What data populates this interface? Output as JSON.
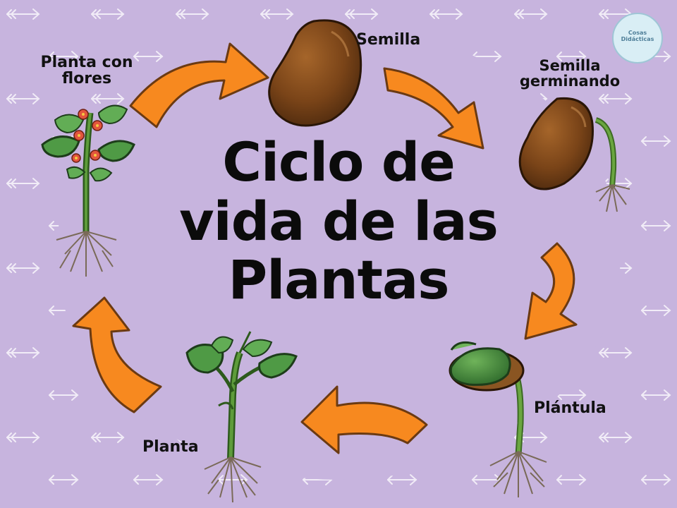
{
  "title": {
    "line1": "Ciclo de",
    "line2": "vida de las",
    "line3": "Plantas"
  },
  "stages": {
    "seed": "Semilla",
    "germinating_line1": "Semilla",
    "germinating_line2": "germinando",
    "seedling": "Plántula",
    "plant": "Planta",
    "flowering_line1": "Planta con",
    "flowering_line2": "flores"
  },
  "logo": {
    "text": "Cosas Didácticas"
  },
  "colors": {
    "background": "#c7b4de",
    "arrow_fill": "#f7891f",
    "arrow_stroke": "#6b3a12",
    "seed_brown": "#7a4418",
    "leaf_green": "#3e8a3c",
    "stem_green": "#4f8f36",
    "flower": "#e2553d",
    "pattern": "#ffffff"
  }
}
